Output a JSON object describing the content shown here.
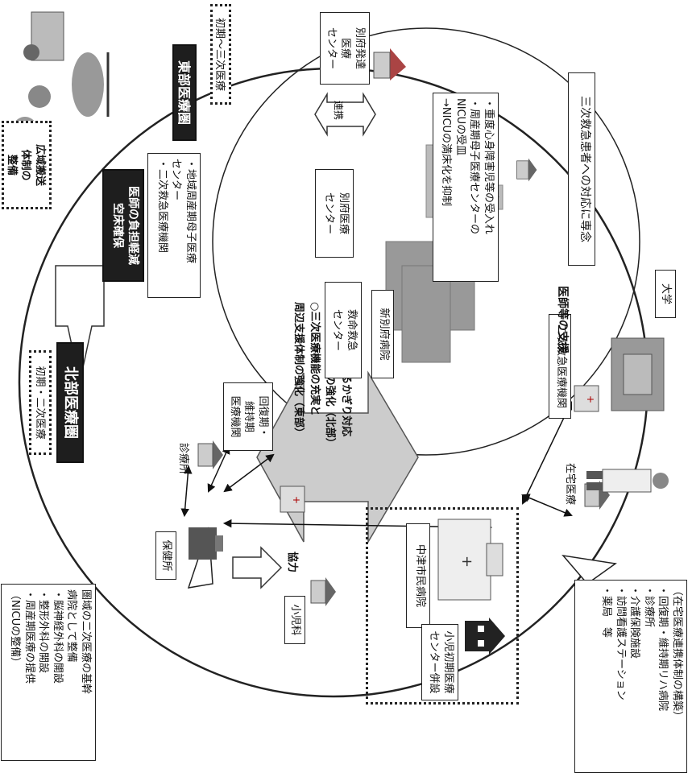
{
  "north_area": {
    "title": "北部医療圏",
    "subtitle": "初期・二次医療",
    "nakatsu_hospital": "中津市民病院",
    "pediatric_center": [
      "小児初期医療",
      "センター併設"
    ],
    "cooperation": [
      "協",
      "力"
    ],
    "pediatrics_clinic": "小児科",
    "home_care": "在宅医療",
    "secondary_emergency": "二次救急医療機関",
    "recovery_facility": [
      "回復期・",
      "維持期",
      "医療機関"
    ],
    "clinic": "診療所",
    "health_center": "保健所"
  },
  "base_hospital_box": {
    "lines": [
      "圏域の二次医療の基幹",
      "病院として整備",
      "・脳神経外科の開設",
      "・整形外科の開設",
      "・周産期医療の提供",
      "（NICUの整備）"
    ]
  },
  "home_care_box": {
    "lines": [
      "（在宅医療連携体制の構築）",
      "・回復期・維持期リハ病院",
      "・診療所",
      "・介護保険施設",
      "・訪問看護ステーション",
      "・薬局　等"
    ]
  },
  "center_arrow": {
    "lines": [
      "○圏域内でできるかぎり対応",
      "できる医療機能の強化（北部）",
      "○三次医療機能の充実と",
      "周辺支援体制の強化（東部）"
    ]
  },
  "east_area": {
    "title": "東部医療圏",
    "subtitle": "初期～三次医療",
    "beppu_medical_center": [
      "別府医療",
      "センター"
    ],
    "beppu_development_center": [
      "別府発達",
      "医療",
      "センター"
    ],
    "linkage": "連携",
    "new_beppu_hospital": "新別府病院",
    "critical_care_center": [
      "救命救急",
      "センター"
    ],
    "perinatal_box": [
      "・地域周産期母子医療",
      "センター",
      "・二次救急医療機関"
    ],
    "burden_box": [
      "医師の負担軽減",
      "空床確保"
    ],
    "nicu_box": [
      "・重度心身障害児等の受入れ",
      "・周産期母子医療センターの",
      "NICUの受皿",
      "→NICUの満床化を抑制"
    ],
    "tertiary_box": "三次救急患者への対応に専念"
  },
  "transport_box": [
    "広域搬送",
    "体制の",
    "整備"
  ],
  "doctor_support": "医師等の支援",
  "university": "大学"
}
